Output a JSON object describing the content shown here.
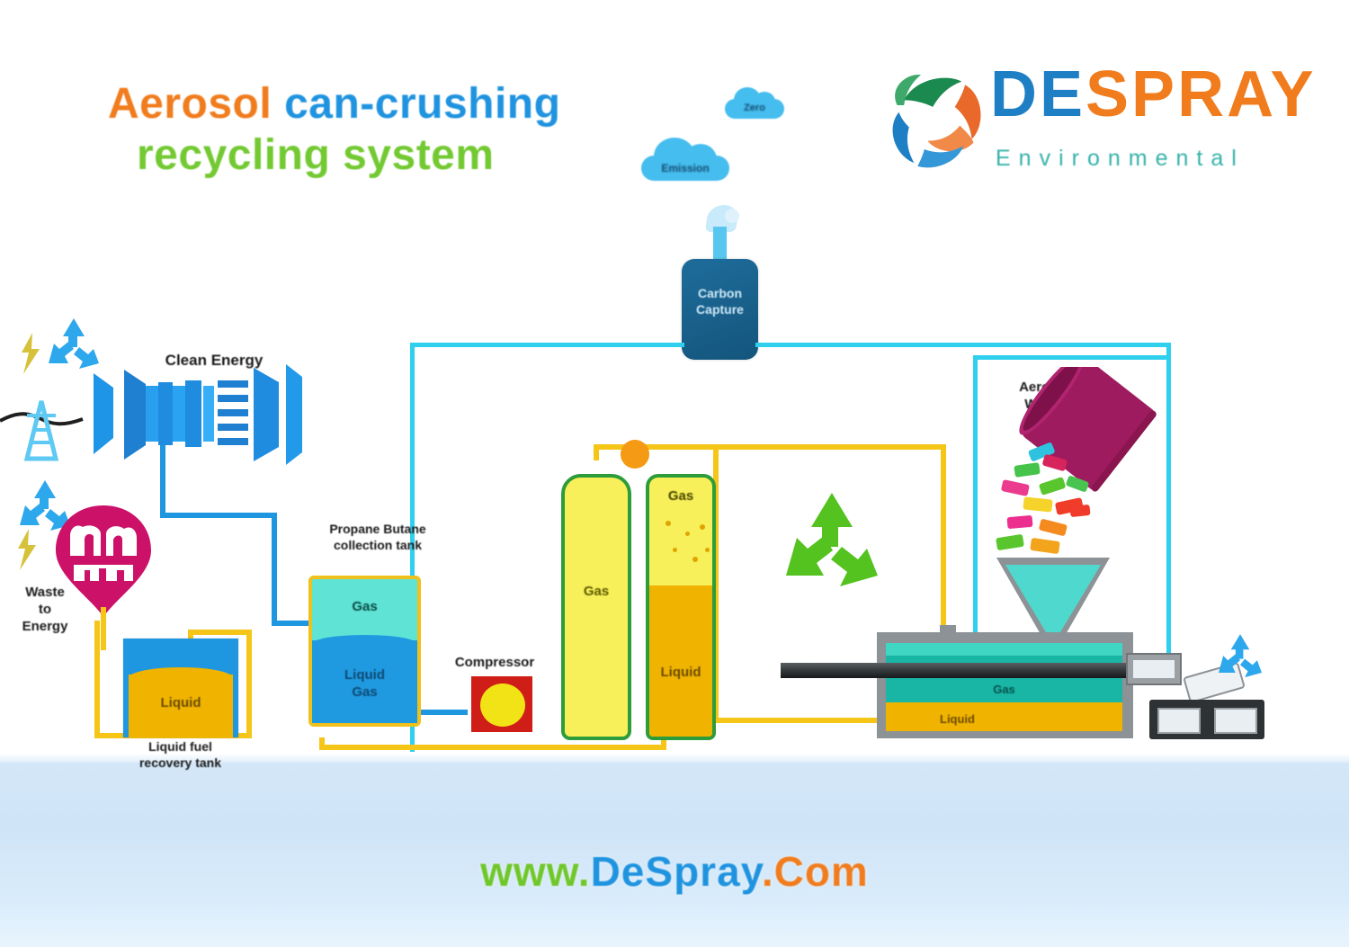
{
  "page": {
    "title_part1": "Aerosol",
    "title_part2": "can-crushing",
    "title_part3": "recycling system",
    "footer_www": "www.",
    "footer_name": "DeSpray",
    "footer_tld": ".Com"
  },
  "logo": {
    "text_de": "DE",
    "text_spray": "SPRAY",
    "subtitle": "Environmental",
    "mark_colors": {
      "green": "#1b8a4f",
      "orange": "#e8692a",
      "blue": "#1f7fc4"
    },
    "de_color": "#1f7fc4",
    "spray_color": "#f07c1d",
    "sub_color": "#35b1a8"
  },
  "colors": {
    "title_orange": "#f07c1d",
    "title_blue": "#1f93df",
    "title_green": "#73c932",
    "pipe_cyan": "#2fd0ee",
    "pipe_blue": "#1f97e0",
    "pipe_yellow": "#f5c518",
    "tank_gas_yellow": "#f7f05a",
    "tank_liquid_amber": "#f0b400",
    "tank_gas_cyan": "#5fe3d5",
    "tank_liquid_blue": "#1f9ae0",
    "crusher_teal": "#19b5a5",
    "bin_magenta": "#9e1b60",
    "floor_blue": "#d3e7f8"
  },
  "clouds": [
    {
      "label": "Zero",
      "id": "cloud-zero"
    },
    {
      "label": "Emission",
      "id": "cloud-emission"
    }
  ],
  "nodes": {
    "carbon_capture": {
      "line1": "Carbon",
      "line2": "Capture"
    },
    "clean_energy": {
      "label": "Clean Energy"
    },
    "waste_to_energy": {
      "line1": "Waste",
      "line2": "to",
      "line3": "Energy"
    },
    "liquid_tank": {
      "inside_label": "Liquid",
      "caption_line1": "Liquid fuel",
      "caption_line2": "recovery tank"
    },
    "propane_tank": {
      "caption_line1": "Propane Butane",
      "caption_line2": "collection tank",
      "gas_label": "Gas",
      "liquid_label_line1": "Liquid",
      "liquid_label_line2": "Gas"
    },
    "compressor": {
      "label": "Compressor"
    },
    "gas_tank_left": {
      "label": "Gas"
    },
    "gas_tank_right": {
      "gas_label": "Gas",
      "liquid_label": "Liquid"
    },
    "aerosol_bin": {
      "line1": "Aerosol",
      "line2": "Waste"
    },
    "crusher": {
      "gas_label": "Gas",
      "liquid_label": "Liquid"
    },
    "control_panel": {
      "button_left": "BTN",
      "button_right": "BTN",
      "display": "DISP"
    }
  },
  "icons": {
    "recycle_blue_top": "recycle-icon",
    "recycle_blue_mid": "recycle-icon",
    "recycle_green_center": "recycle-icon",
    "recycle_blue_right": "recycle-icon",
    "lightning_top": "lightning-bolt-icon",
    "lightning_mid": "lightning-bolt-icon",
    "pylon": "power-pylon-icon"
  }
}
